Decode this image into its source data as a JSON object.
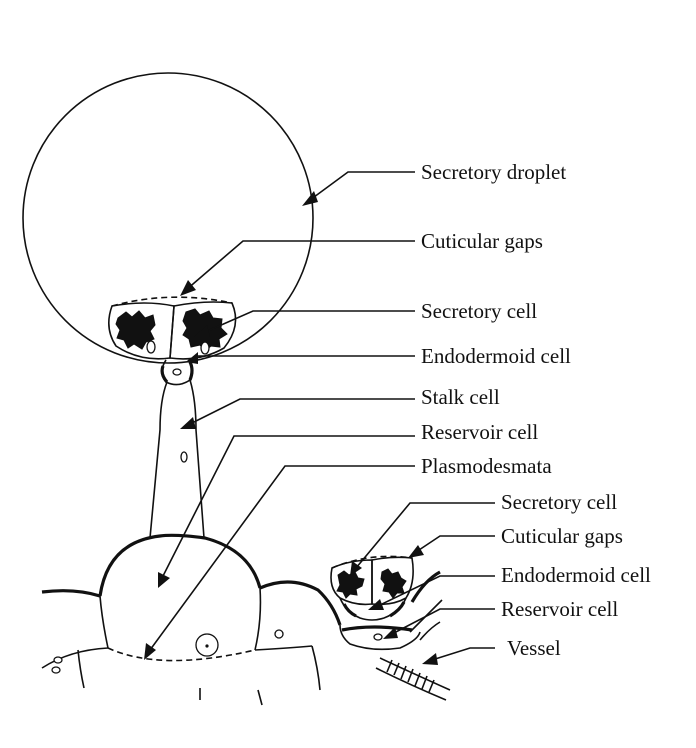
{
  "labels": {
    "secretory_droplet": "Secretory droplet",
    "cuticular_gaps_top": "Cuticular gaps",
    "secretory_cell_top": "Secretory cell",
    "endodermoid_cell_top": "Endodermoid cell",
    "stalk_cell": "Stalk cell",
    "reservoir_cell_top": "Reservoir cell",
    "plasmodesmata": "Plasmodesmata",
    "secretory_cell_small": "Secretory cell",
    "cuticular_gaps_small": "Cuticular gaps",
    "endodermoid_cell_small": "Endodermoid cell",
    "reservoir_cell_small": "Reservoir cell",
    "vessel": "Vessel"
  }
}
